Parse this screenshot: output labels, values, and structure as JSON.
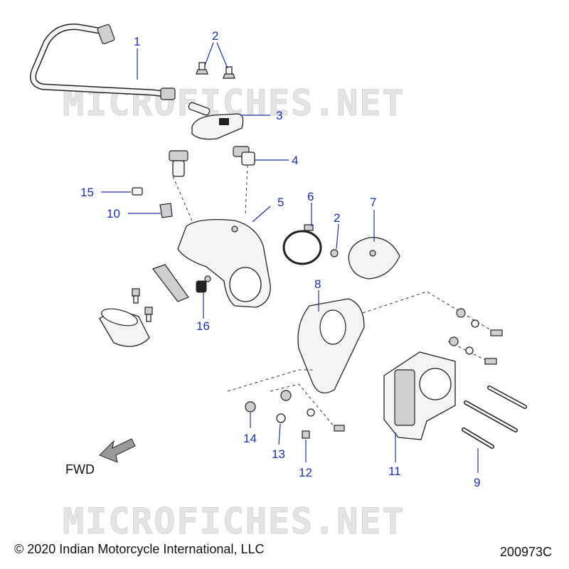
{
  "watermark": "MICROFICHES.NET",
  "callouts": [
    "1",
    "2",
    "3",
    "4",
    "5",
    "6",
    "2",
    "7",
    "8",
    "15",
    "10",
    "16",
    "14",
    "13",
    "12",
    "11",
    "9"
  ],
  "fwd_label": "FWD",
  "copyright": "© 2020 Indian Motorcycle International, LLC",
  "diagram_code": "200973C"
}
